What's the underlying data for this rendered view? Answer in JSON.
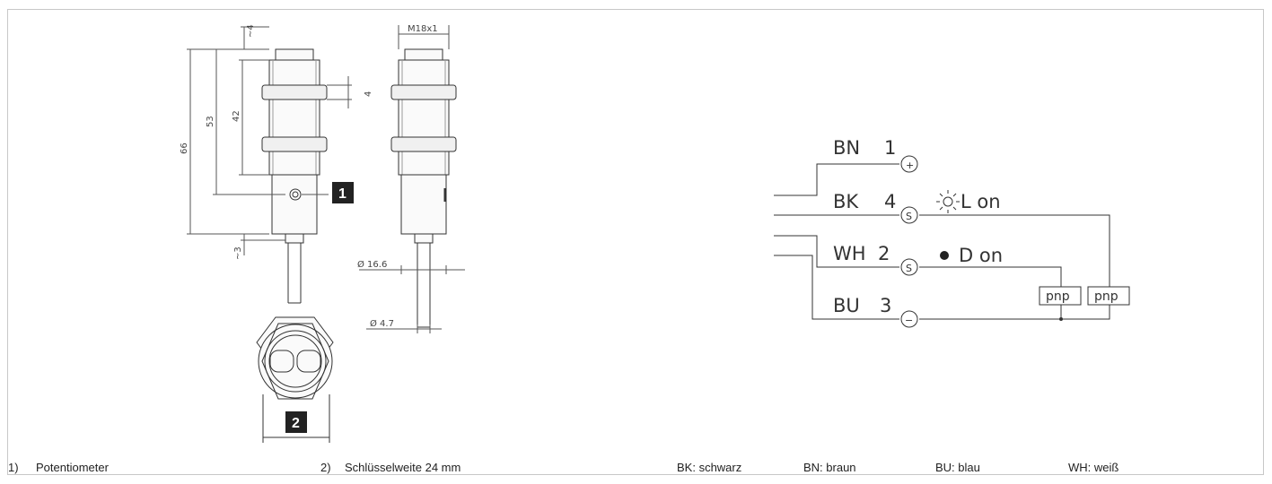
{
  "drawing": {
    "dims": {
      "top_gap": "~4",
      "overall": "66",
      "body": "53",
      "thread": "42",
      "nut": "4",
      "bottom_gap": "~3",
      "thread_size": "M18x1",
      "dia_housing": "Ø 16.6",
      "dia_cable": "Ø 4.7"
    },
    "callout_1": "1",
    "callout_2": "2"
  },
  "wiring": {
    "wires": [
      {
        "color": "BN",
        "pin": "1",
        "terminal": "+"
      },
      {
        "color": "BK",
        "pin": "4",
        "terminal": "S"
      },
      {
        "color": "WH",
        "pin": "2",
        "terminal": "S"
      },
      {
        "color": "BU",
        "pin": "3",
        "terminal": "−"
      }
    ],
    "l_on": "L on",
    "d_on": "D on",
    "pnp_1": "pnp",
    "pnp_2": "pnp"
  },
  "legend": {
    "note1_num": "1)",
    "note1_text": "Potentiometer",
    "note2_num": "2)",
    "note2_text": "Schlüsselweite 24 mm",
    "bk": "BK: schwarz",
    "bn": "BN: braun",
    "bu": "BU: blau",
    "wh": "WH: weiß"
  },
  "colors": {
    "line": "#333333",
    "frame": "#c8c8c8",
    "callout_bg": "#222222"
  }
}
